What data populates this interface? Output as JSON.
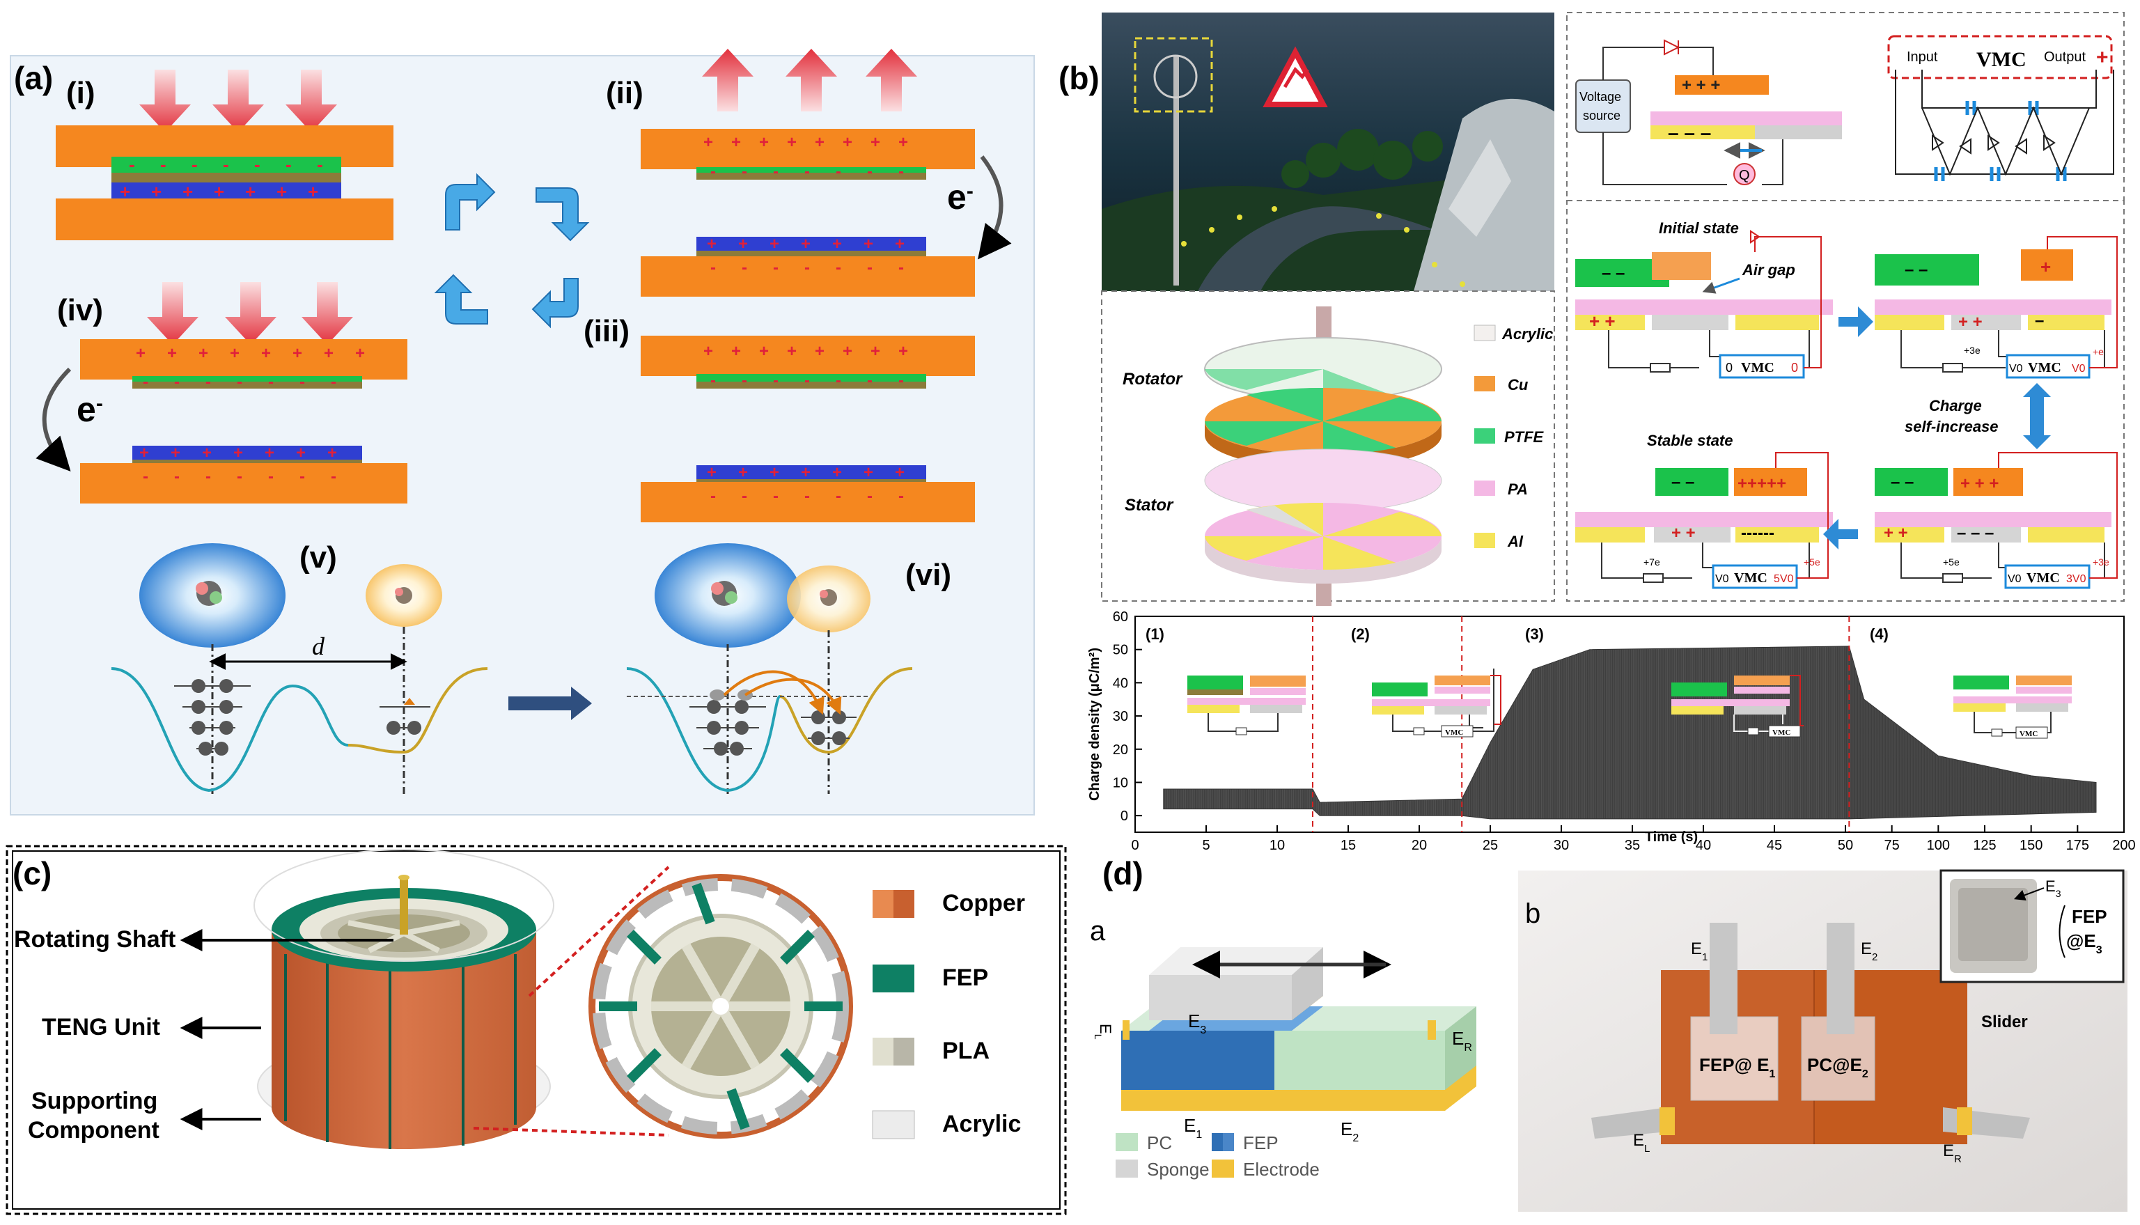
{
  "panel_a": {
    "label": "(a)",
    "steps": [
      "(i)",
      "(ii)",
      "(iii)",
      "(iv)",
      "(v)",
      "(vi)"
    ],
    "electron": "e",
    "electron_sup": "-",
    "distance": "d"
  },
  "panel_b": {
    "label": "(b)",
    "circuit": {
      "voltage_source": [
        "Voltage",
        "source"
      ],
      "charge": "Q",
      "input": "Input",
      "output": "Output",
      "vmc": "VMC"
    },
    "legend": [
      {
        "label": "Acrylic",
        "color": "#f3f0ee"
      },
      {
        "label": "Cu",
        "color": "#f39a3a"
      },
      {
        "label": "PTFE",
        "color": "#3bd17a"
      },
      {
        "label": "PA",
        "color": "#f4b8e4"
      },
      {
        "label": "Al",
        "color": "#f5e45a"
      }
    ],
    "rotator": "Rotator",
    "stator": "Stator",
    "states": {
      "initial": "Initial state",
      "air_gap": "Air gap",
      "stable": "Stable state",
      "self_increase": [
        "Charge",
        "self-increase"
      ],
      "vmc": "VMC",
      "v0": "V0",
      "zero": "0",
      "v3": "3V0",
      "v5": "5V0",
      "plus3e": "+3e",
      "plus5e": "+5e",
      "plus7e": "+7e",
      "plus_e": "+e"
    }
  },
  "chart": {
    "ylabel": "Charge density (μC/m²)",
    "xlabel": "Time (s)",
    "segments": [
      "(1)",
      "(2)",
      "(3)",
      "(4)"
    ]
  },
  "chart_data": {
    "type": "area",
    "ylabel": "Charge density (μC/m²)",
    "xlabel": "Time (s)",
    "ylim": [
      -5,
      60
    ],
    "yticks": [
      0,
      10,
      20,
      30,
      40,
      50,
      60
    ],
    "xticks": [
      "0",
      "5",
      "10",
      "15",
      "20",
      "25",
      "30",
      "35",
      "40",
      "45",
      "50",
      "75",
      "100",
      "125",
      "150",
      "175",
      "200"
    ],
    "segment_boundaries": [
      12.5,
      23,
      52
    ],
    "series": [
      {
        "name": "",
        "envelope_upper": [
          [
            2,
            8
          ],
          [
            12.5,
            8
          ],
          [
            13,
            4
          ],
          [
            23,
            5
          ],
          [
            25,
            22
          ],
          [
            28,
            44
          ],
          [
            32,
            50
          ],
          [
            52,
            51
          ],
          [
            60,
            35
          ],
          [
            100,
            18
          ],
          [
            150,
            12
          ],
          [
            185,
            10
          ]
        ],
        "envelope_lower": [
          [
            2,
            2
          ],
          [
            12.5,
            2
          ],
          [
            13,
            0
          ],
          [
            23,
            0
          ],
          [
            25,
            -1
          ],
          [
            52,
            -1
          ],
          [
            185,
            1
          ]
        ]
      }
    ]
  },
  "panel_c": {
    "label": "(c)",
    "callouts": [
      "Rotating Shaft",
      "TENG Unit",
      "Supporting",
      "Component"
    ],
    "legend": [
      {
        "label": "Copper",
        "color": "#c8602f"
      },
      {
        "label": "FEP",
        "color": "#0e8064"
      },
      {
        "label": "PLA",
        "color": "#d4d2c4"
      },
      {
        "label": "Acrylic",
        "color": "#ececec"
      }
    ]
  },
  "panel_d": {
    "label": "(d)",
    "sub_a": "a",
    "sub_b": "b",
    "electrodes": {
      "EL": "E",
      "EL_sub": "L",
      "ER": "E",
      "ER_sub": "R",
      "E1": "E",
      "E1_sub": "1",
      "E2": "E",
      "E2_sub": "2",
      "E3": "E",
      "E3_sub": "3"
    },
    "legend": [
      {
        "label": "PC",
        "color": "#bfe3c4"
      },
      {
        "label": "FEP",
        "color": "#4a86c8"
      },
      {
        "label": "Sponge",
        "color": "#d5d5d5"
      },
      {
        "label": "Electrode",
        "color": "#f2c23a"
      }
    ],
    "photo": {
      "fep_e1": "FEP@ E",
      "pc_e2": "PC@E",
      "slider": "Slider",
      "inset": [
        "FEP",
        "@E"
      ]
    }
  }
}
